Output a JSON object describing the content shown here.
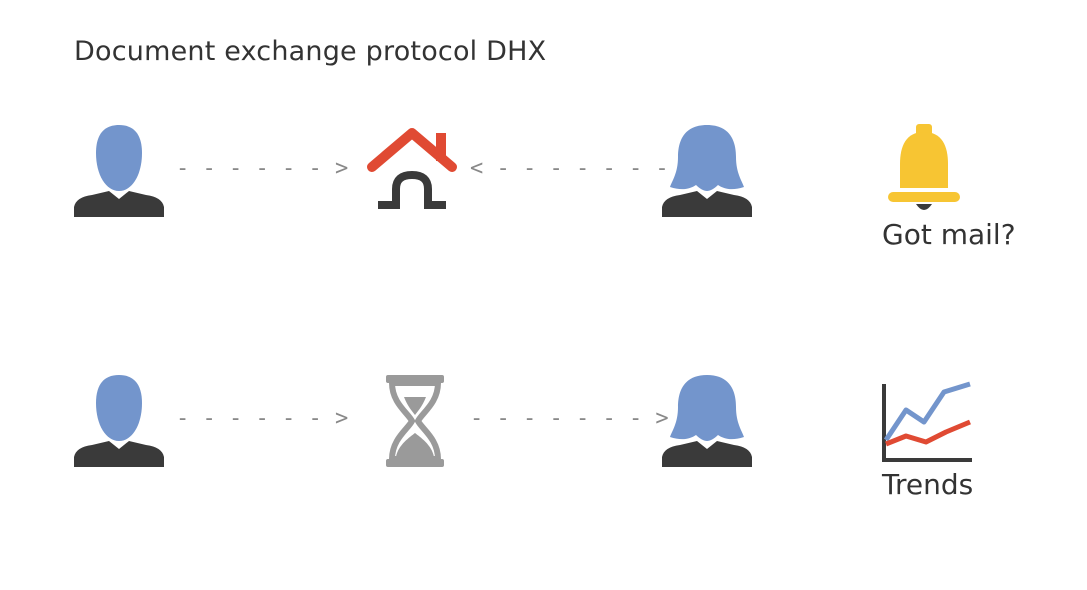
{
  "title": "Document exchange protocol DHX",
  "colors": {
    "person_fill": "#7395cc",
    "body_fill": "#3a3a3a",
    "house_roof": "#e04a33",
    "house_door": "#3a3a3a",
    "bell": "#f7c533",
    "hourglass": "#9a9a9a",
    "arrow": "#888888",
    "trend_blue": "#7395cc",
    "trend_red": "#e04a33"
  },
  "row1": {
    "sender_icon": "man-icon",
    "arrow_right": "- - - - - - >",
    "hub_icon": "house-icon",
    "arrow_left": "< - - - - - - -",
    "receiver_icon": "woman-icon",
    "extra_icon": "bell-icon",
    "extra_caption": "Got mail?"
  },
  "row2": {
    "sender_icon": "man-icon",
    "arrow_right": "- - - - - - >",
    "hub_icon": "hourglass-icon",
    "arrow_right_2": "- - - - - - - >",
    "receiver_icon": "woman-icon",
    "extra_icon": "line-chart-icon",
    "extra_caption": "Trends"
  }
}
